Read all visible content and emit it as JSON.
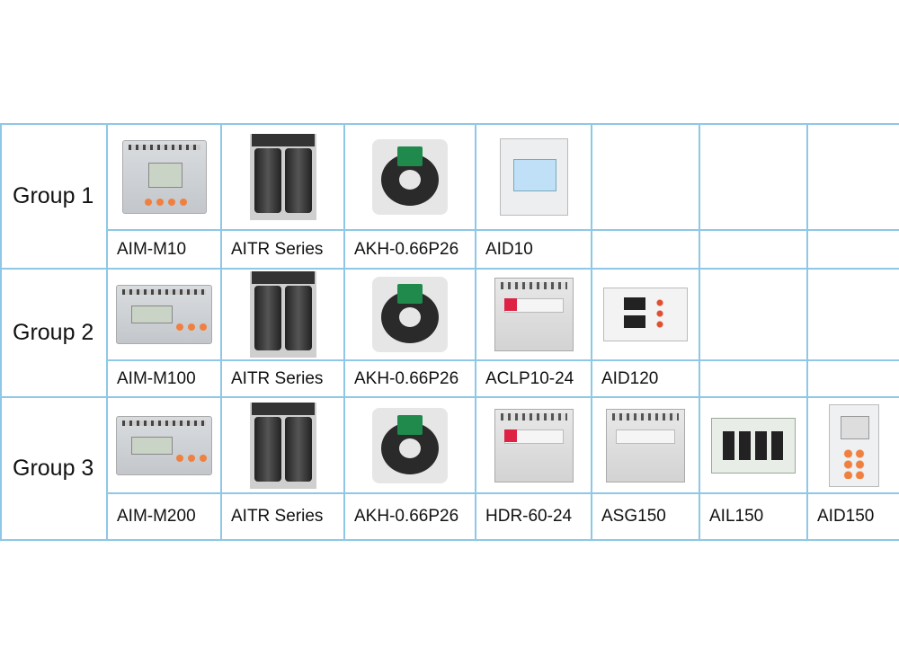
{
  "groups": [
    {
      "label": "Group 1",
      "products": [
        "AIM-M10",
        "AITR Series",
        "AKH-0.66P26",
        "AID10"
      ]
    },
    {
      "label": "Group 2",
      "products": [
        "AIM-M100",
        "AITR Series",
        "AKH-0.66P26",
        "ACLP10-24",
        "AID120"
      ]
    },
    {
      "label": "Group 3",
      "products": [
        "AIM-M200",
        "AITR Series",
        "AKH-0.66P26",
        "HDR-60-24",
        "ASG150",
        "AIL150",
        "AID150"
      ]
    }
  ],
  "colors": {
    "grid": "#8ec8e6",
    "button_orange": "#f08040"
  }
}
